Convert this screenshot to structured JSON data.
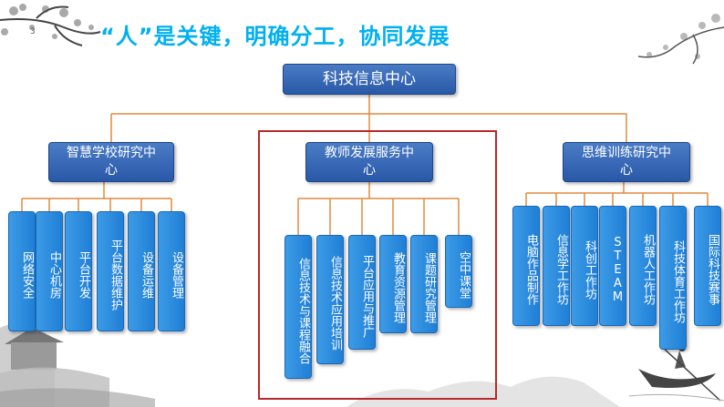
{
  "page_number": "3",
  "title": "“人”是关键，明确分工，协同发展",
  "colors": {
    "title": "#00b0f0",
    "box_dark": "#2a58a8",
    "box_light": "#1f7fd6",
    "connector": "#e08a3c",
    "highlight": "#b8282d"
  },
  "root": "科技信息中心",
  "branches": [
    {
      "label": "智慧学校研究中心",
      "children": [
        "网络安全",
        "中心机房",
        "平台开发",
        "平台数据维护",
        "设备运维",
        "设备管理"
      ]
    },
    {
      "label": "教师发展服务中心",
      "children": [
        "信息技术与课程融合",
        "信息技术应用培训",
        "平台应用与推广",
        "教育资源管理",
        "课题研究管理",
        "空中课堂"
      ]
    },
    {
      "label": "思维训练研究中心",
      "children": [
        "电脑作品制作",
        "信息学工作坊",
        "科创工作坊",
        "STEAM",
        "机器人工作坊",
        "科技体育工作坊",
        "国际科技赛事"
      ]
    }
  ]
}
